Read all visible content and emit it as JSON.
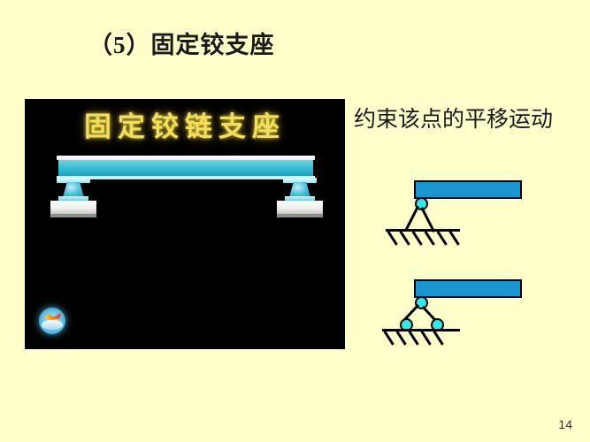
{
  "slide": {
    "background_color": "#ffffcc",
    "title": "（5）固定铰支座",
    "caption_right": "约束该点的平移运动",
    "page_number": "14"
  },
  "video_panel": {
    "background_color": "#000000",
    "overlay_title": "固定铰链支座",
    "overlay_title_color": "#f2e05a",
    "girder_color": "#3fbfd6",
    "base_color": "#ffffff",
    "logo": "globe-flame-logo"
  },
  "schematics": [
    {
      "name": "pinned-support-single-pin",
      "beam_color": "#1b95d0",
      "beam_outline_color": "#000000",
      "pin_color": "#35e8e8",
      "pin_count": 1,
      "hatch_count": 6,
      "ground_color": "#000000"
    },
    {
      "name": "pinned-support-three-pin",
      "beam_color": "#1b95d0",
      "beam_outline_color": "#000000",
      "pin_color": "#35e8e8",
      "pin_count": 3,
      "hatch_count": 5,
      "ground_color": "#000000"
    }
  ]
}
